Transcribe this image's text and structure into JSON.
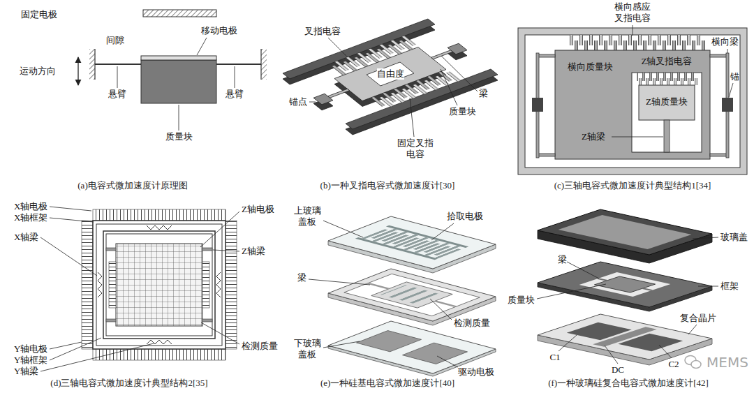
{
  "diagram": {
    "labels": [
      "固定电极",
      "移动电极",
      "间隙",
      "运动方向",
      "悬臂",
      "悬臂",
      "质量块",
      "(a)电容式微加速度计原理图",
      "叉指电容",
      "锚点",
      "自由度",
      "质量块",
      "梁",
      "固定叉指电容",
      "(b)一种叉指电容式微加速度计[30]",
      "横向感应叉指电容",
      "横向质量块",
      "Z轴叉指电容",
      "横向梁",
      "锚",
      "Z轴质量块",
      "Z轴梁",
      "(c)三轴电容式微加速度计典型结构1[34]",
      "X轴电极",
      "X轴框架",
      "X轴梁",
      "Z轴电极",
      "Z轴梁",
      "Y轴电极",
      "Y轴框架",
      "Y轴梁",
      "检测质量",
      "(d)三轴电容式微加速度计典型结构2[35]",
      "上玻璃盖板",
      "拾取电极",
      "梁",
      "检测质量",
      "下玻璃盖板",
      "驱动电极",
      "(e)一种硅基电容式微加速度计[40]",
      "玻璃盖",
      "梁",
      "框架",
      "质量块",
      "复合晶片",
      "C1",
      "C2",
      "DC",
      "(f)一种玻璃硅复合电容式微加速度计[42]",
      "MEMS"
    ]
  }
}
